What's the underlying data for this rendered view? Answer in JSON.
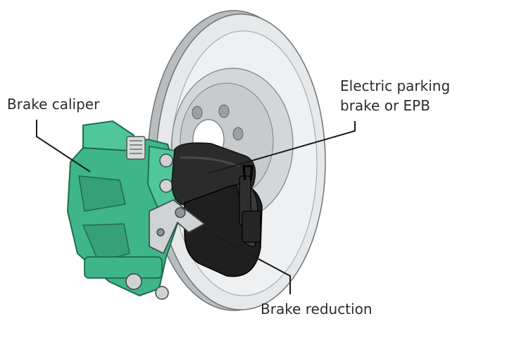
{
  "labels": {
    "brake_caliper": "Brake caliper",
    "epb_line1": "Electric parking",
    "epb_line2": "brake or EPB",
    "brake_reduction": "Brake reduction"
  },
  "colors": {
    "caliper_green": "#3fb58a",
    "caliper_dark": "#1f6b4e",
    "disc_light": "#eceeef",
    "disc_mid": "#d6d9db",
    "disc_shadow": "#a7abae",
    "motor_dark": "#2b2b2b",
    "bracket_gray": "#cfd3d5",
    "leader_line": "#1a1a1a"
  },
  "icons": {
    "disc": "brake-disc-icon",
    "caliper": "brake-caliper-icon",
    "motor": "epb-motor-icon",
    "gearbox": "reduction-gear-icon"
  }
}
